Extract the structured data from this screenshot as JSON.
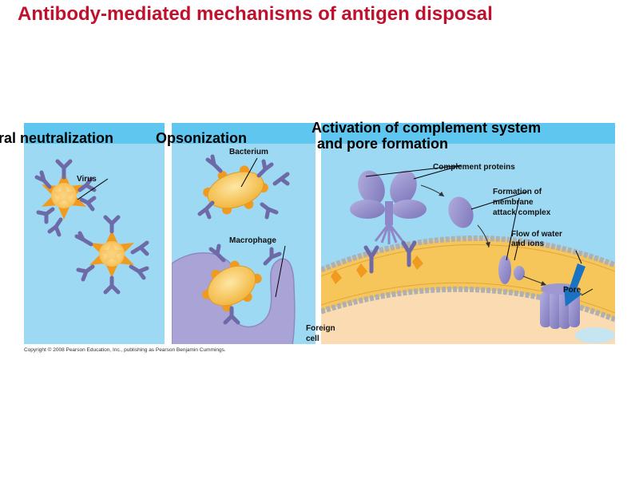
{
  "slide": {
    "title": "Antibody-mediated mechanisms of antigen disposal"
  },
  "panels": {
    "neutralization": {
      "heading": "ral neutralization",
      "label_virus": "Virus"
    },
    "opsonization": {
      "heading": "Opsonization",
      "label_bacterium": "Bacterium",
      "label_macrophage": "Macrophage"
    },
    "complement": {
      "heading_line1": "Activation of complement system",
      "heading_line2": "and pore formation",
      "label_complement_proteins": "Complement proteins",
      "label_mac_line1": "Formation of",
      "label_mac_line2": "membrane",
      "label_mac_line3": "attack complex",
      "label_flow_line1": "Flow of water",
      "label_flow_line2": "and ions",
      "label_pore": "Pore",
      "label_foreign_line1": "Foreign",
      "label_foreign_line2": "cell"
    }
  },
  "copyright": "Copyright © 2008 Pearson Education, Inc., publishing as Pearson Benjamin Cummings.",
  "colors": {
    "title": "#c0102c",
    "panel_bg": "#9ed9f3",
    "panel_band": "#5fc6ef",
    "antibody": "#6e6aa8",
    "protein": "#8e88c8",
    "antigen_orange": "#f09a1e",
    "bacterium": "#f6c34f",
    "cell_interior": "#fbdcb2",
    "membrane": "#f6c65a"
  }
}
